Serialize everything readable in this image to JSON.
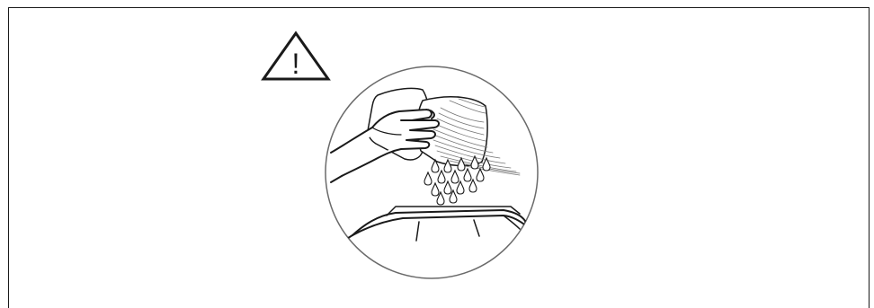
{
  "warning_symbol": {
    "icon": "warning-triangle-icon",
    "glyph": "!"
  },
  "illustration": {
    "icon": "wipe-wet-surface-illustration",
    "depicts": [
      "cloth",
      "hand",
      "water-drops",
      "vehicle-roof"
    ]
  }
}
